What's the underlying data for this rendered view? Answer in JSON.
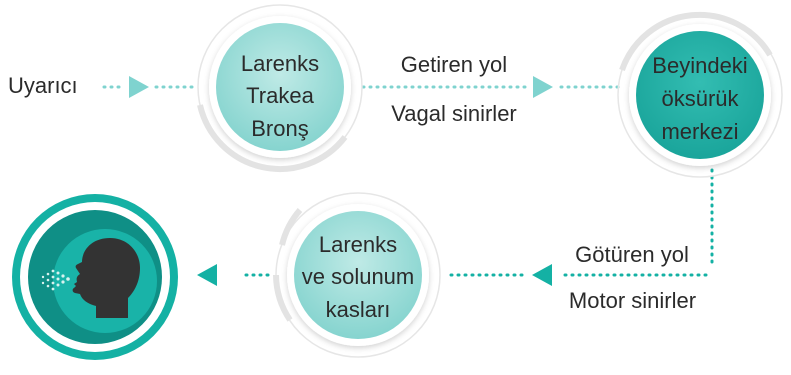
{
  "stimulus": "Uyarıcı",
  "afferent": {
    "line1": "Getiren yol",
    "line2": "Vagal sinirler"
  },
  "receptors": {
    "line1": "Larenks",
    "line2": "Trakea",
    "line3": "Bronş"
  },
  "center": {
    "line1": "Beyindeki",
    "line2": "öksürük",
    "line3": "merkezi"
  },
  "efferent": {
    "line1": "Götüren yol",
    "line2": "Motor sinirler"
  },
  "effectors": {
    "line1": "Larenks",
    "line2": "ve solunum",
    "line3": "kasları"
  },
  "outcome_icon": "coughing-head-icon",
  "colors": {
    "teal": "#14b1a4",
    "teal_dark": "#0f8f86",
    "teal_light": "#7fd3cf",
    "gray_ring": "#e6e6e6",
    "arrow": "#7fd3cf",
    "head": "#333333"
  }
}
